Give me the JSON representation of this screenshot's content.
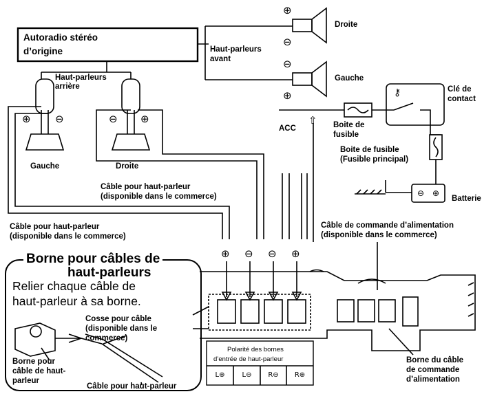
{
  "labels": {
    "head_unit_line1": "Autoradio stéréo",
    "head_unit_line2": "d’origine",
    "front_speakers_line1": "Haut-parleurs",
    "front_speakers_line2": "avant",
    "right_front": "Droite",
    "left_front": "Gauche",
    "rear_speakers_line1": "Haut-parleurs",
    "rear_speakers_line2": "arrière",
    "rear_left": "Gauche",
    "rear_right": "Droite",
    "speaker_cable_a_line1": "Câble pour haut-parleur",
    "speaker_cable_a_line2": "(disponible dans le commerce)",
    "speaker_cable_b_line1": "Câble pour haut-parleur",
    "speaker_cable_b_line2": "(disponible dans le commerce)",
    "acc": "ACC",
    "fuse_box_line1": "Boite de",
    "fuse_box_line2": "fusible",
    "main_fuse_line1": "Boite de fusible",
    "main_fuse_line2": "(Fusible principal)",
    "ignition_line1": "Clé de",
    "ignition_line2": "contact",
    "battery": "Batterie",
    "power_cable_line1": "Câble de commande d’alimentation",
    "power_cable_line2": "(disponible dans le commerce)",
    "callout_title_line1": "Borne pour câbles de",
    "callout_title_line2": "haut-parleurs",
    "callout_body_line1": "Relier chaque câble de",
    "callout_body_line2": "haut-parleur à sa borne.",
    "lug_line1": "Cosse pour câble",
    "lug_line2": "(disponible dans le",
    "lug_line3": "commerce)",
    "terminal_line1": "Borne pour",
    "terminal_line2": "câble de haut-",
    "terminal_line3": "parleur",
    "cable_label": "Câble pour haut-parleur",
    "polarity_line1": "Polarité des bornes",
    "polarity_line2": "d’entrée de haut-parleur",
    "polarity_cells": [
      "L⊕",
      "L⊖",
      "R⊖",
      "R⊕"
    ],
    "power_terminal_line1": "Borne du câble",
    "power_terminal_line2": "de commande",
    "power_terminal_line3": "d’alimentation"
  },
  "symbols": {
    "plus": "⊕",
    "minus": "⊖",
    "up_arrow": "⇧",
    "top_terminal_order": [
      "⊕",
      "⊖",
      "⊖",
      "⊕"
    ]
  }
}
